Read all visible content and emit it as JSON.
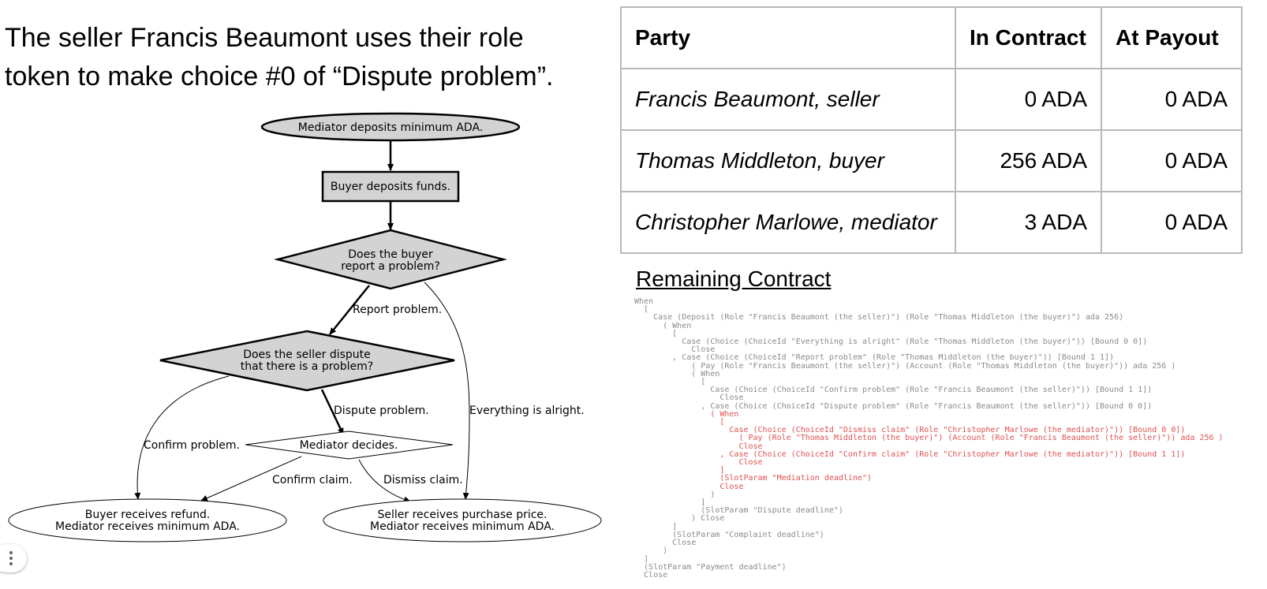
{
  "headline": "The seller Francis Beaumont uses their role token to make choice #0 of “Dispute problem”.",
  "flowchart": {
    "n_start": "Mediator deposits minimum ADA.",
    "n_buyer_deposit": "Buyer deposits funds.",
    "n_report_q1": "Does the buyer",
    "n_report_q2": "report a problem?",
    "n_dispute_q1": "Does the seller dispute",
    "n_dispute_q2": "that there is a problem?",
    "n_mediator": "Mediator decides.",
    "n_refund1": "Buyer receives refund.",
    "n_refund2": "Mediator receives minimum ADA.",
    "n_price1": "Seller receives purchase price.",
    "n_price2": "Mediator receives minimum ADA.",
    "e_report": "Report problem.",
    "e_alright": "Everything is alright.",
    "e_dispute": "Dispute problem.",
    "e_confirm_problem": "Confirm problem.",
    "e_confirm_claim": "Confirm claim.",
    "e_dismiss_claim": "Dismiss claim."
  },
  "table": {
    "headers": [
      "Party",
      "In Contract",
      "At Payout"
    ],
    "rows": [
      {
        "party": "Francis Beaumont, seller",
        "in_contract": "0 ADA",
        "at_payout": "0 ADA"
      },
      {
        "party": "Thomas Middleton, buyer",
        "in_contract": "256 ADA",
        "at_payout": "0 ADA"
      },
      {
        "party": "Christopher Marlowe, mediator",
        "in_contract": "3 ADA",
        "at_payout": "0 ADA"
      }
    ]
  },
  "remaining_title": "Remaining Contract",
  "code": {
    "l01": "When",
    "l02": "  [",
    "l03": "    Case (Deposit (Role \"Francis Beaumont (the seller)\") (Role \"Thomas Middleton (the buyer)\") ada 256)",
    "l04": "      ( When",
    "l05": "        [",
    "l06": "          Case (Choice (ChoiceId \"Everything is alright\" (Role \"Thomas Middleton (the buyer)\")) [Bound 0 0])",
    "l07": "            Close",
    "l08": "        , Case (Choice (ChoiceId \"Report problem\" (Role \"Thomas Middleton (the buyer)\")) [Bound 1 1])",
    "l09": "            ( Pay (Role \"Francis Beaumont (the seller)\") (Account (Role \"Thomas Middleton (the buyer)\")) ada 256 )",
    "l10": "            ( When",
    "l11": "              [",
    "l12": "                Case (Choice (ChoiceId \"Confirm problem\" (Role \"Francis Beaumont (the seller)\")) [Bound 1 1])",
    "l13": "                  Close",
    "l14": "              , Case (Choice (ChoiceId \"Dispute problem\" (Role \"Francis Beaumont (the seller)\")) [Bound 0 0])",
    "l15": "                ( When",
    "l16": "                  [",
    "l17": "                    Case (Choice (ChoiceId \"Dismiss claim\" (Role \"Christopher Marlowe (the mediator)\")) [Bound 0 0])",
    "l18": "                      ( Pay (Role \"Thomas Middleton (the buyer)\") (Account (Role \"Francis Beaumont (the seller)\")) ada 256 )",
    "l19": "                      Close",
    "l20": "                  , Case (Choice (ChoiceId \"Confirm claim\" (Role \"Christopher Marlowe (the mediator)\")) [Bound 1 1])",
    "l21": "                      Close",
    "l22": "                  ]",
    "l23": "                  (SlotParam \"Mediation deadline\")",
    "l24": "                  Close",
    "l25": "                )",
    "l26": "              ]",
    "l27": "              (SlotParam \"Dispute deadline\")",
    "l28": "            ) Close",
    "l29": "        ]",
    "l30": "        (SlotParam \"Complaint deadline\")",
    "l31": "        Close",
    "l32": "      )",
    "l33": "  ]",
    "l34": "  (SlotParam \"Payment deadline\")",
    "l35": "  Close"
  },
  "colors": {
    "node_fill": "#d3d3d3",
    "code_gray": "#8a8a8a",
    "code_red": "#e05050",
    "table_border": "#b8b8b8"
  },
  "icons": {
    "menu": "vertical-dots-icon"
  }
}
